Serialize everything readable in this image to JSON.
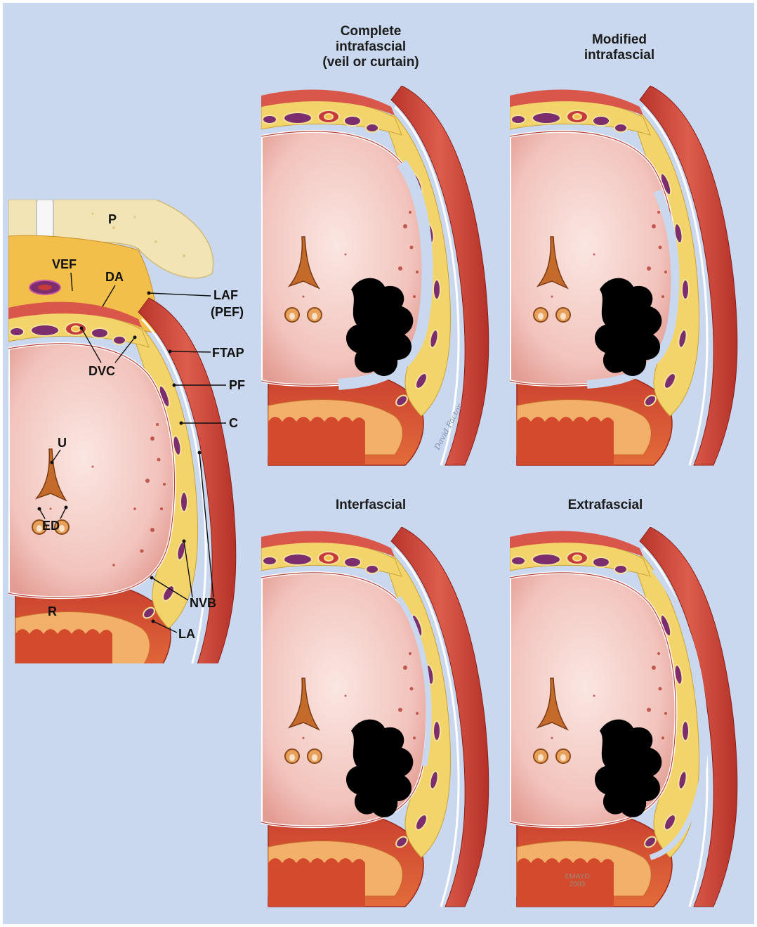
{
  "panels": [
    {
      "id": "complete",
      "title_lines": [
        "Complete",
        "intrafascial",
        "(veil or curtain)"
      ]
    },
    {
      "id": "modified",
      "title_lines": [
        "Modified",
        "intrafascial"
      ]
    },
    {
      "id": "interfascial",
      "title_lines": [
        "Interfascial"
      ]
    },
    {
      "id": "extrafascial",
      "title_lines": [
        "Extrafascial"
      ]
    }
  ],
  "labels": {
    "p": "P",
    "vef": "VEF",
    "da": "DA",
    "laf": "LAF",
    "pef": "(PEF)",
    "ftap": "FTAP",
    "dvc": "DVC",
    "pf": "PF",
    "c": "C",
    "u": "U",
    "ed": "ED",
    "nvb": "NVB",
    "r": "R",
    "la": "LA"
  },
  "signature": "David Factor",
  "copyright_lines": [
    "©MAYO",
    "2009"
  ],
  "colors": {
    "background": "#c9d8ee",
    "prostate": "#f1c2bc",
    "muscle": "#cf4a3c",
    "fat": "#f3d46a",
    "bone": "#f2e4b4",
    "vein": "#7b2d6e",
    "tumor": "#000000"
  }
}
